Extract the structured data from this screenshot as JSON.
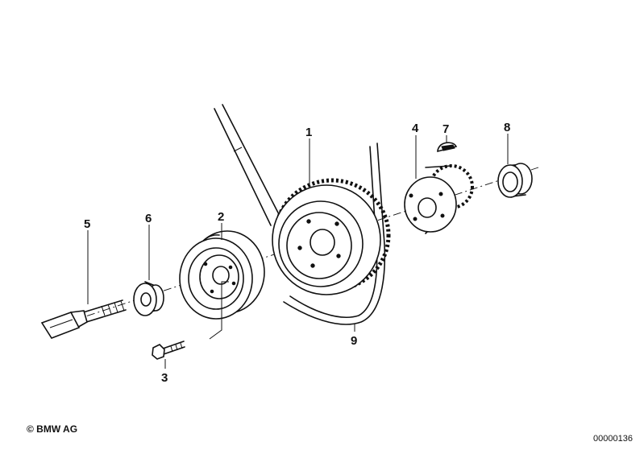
{
  "callouts": [
    {
      "id": "1",
      "label": "1"
    },
    {
      "id": "2",
      "label": "2"
    },
    {
      "id": "3",
      "label": "3"
    },
    {
      "id": "4",
      "label": "4"
    },
    {
      "id": "5",
      "label": "5"
    },
    {
      "id": "6",
      "label": "6"
    },
    {
      "id": "7",
      "label": "7"
    },
    {
      "id": "8",
      "label": "8"
    },
    {
      "id": "9",
      "label": "9"
    }
  ],
  "footer": {
    "copyright": "© BMW AG",
    "drawing_number": "00000136"
  }
}
